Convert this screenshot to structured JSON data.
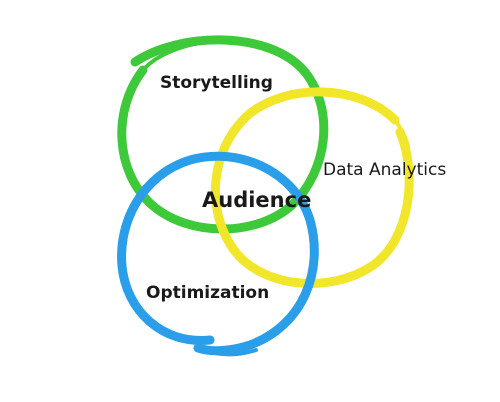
{
  "colors": {
    "storytelling": "#3ec93a",
    "data_analytics": "#f2e62a",
    "optimization": "#2a9ee8",
    "text": "#1a1a1a"
  },
  "labels": {
    "storytelling": "Storytelling",
    "data_analytics": "Data Analytics",
    "optimization": "Optimization",
    "audience": "Audience"
  }
}
